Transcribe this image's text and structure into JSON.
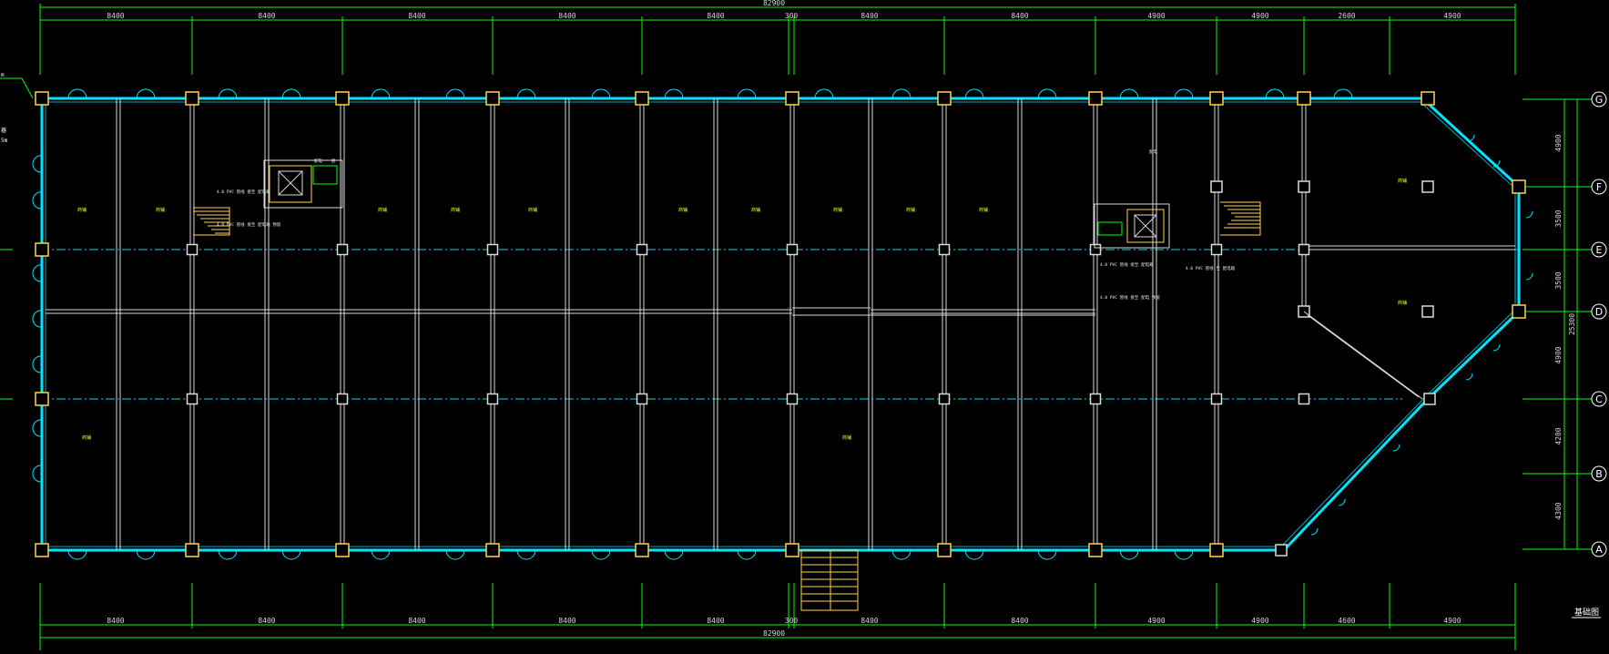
{
  "drawing": {
    "title": "基础图",
    "total_dimension_top": "82900",
    "total_dimension_bottom": "82900",
    "top_dimensions": [
      "8400",
      "8400",
      "8400",
      "8400",
      "8400",
      "300",
      "8400",
      "8400",
      "4900",
      "4900",
      "2600",
      "4900"
    ],
    "bottom_dimensions": [
      "8400",
      "8400",
      "8400",
      "8400",
      "8400",
      "300",
      "8400",
      "8400",
      "4900",
      "4900",
      "4600",
      "4900"
    ],
    "right_dimensions": [
      "4900",
      "3500",
      "3500",
      "4900",
      "4200",
      "4300"
    ],
    "right_total": "25300",
    "axes": [
      "G",
      "F",
      "E",
      "D",
      "C",
      "B",
      "A"
    ],
    "left_edge_labels": [
      "m",
      "器",
      "5m"
    ],
    "notes": [
      "4.0 PVC 管线 接至 配电箱",
      "4.0 PVC 管线 接至 配电箱 预留",
      "配电 一 层",
      "4.0 PVC 管线 接至 配电箱",
      "4.0 PVC 管线 至 配电箱",
      "4.0 PVC 管线 接至 配电 预留",
      "配电"
    ],
    "room_labels": [
      "商铺",
      "商铺",
      "商铺",
      "商铺",
      "商铺",
      "商铺",
      "商铺",
      "商铺",
      "商铺",
      "商铺",
      "商铺",
      "商铺",
      "商铺",
      "商铺"
    ],
    "colors": {
      "grid": "#00ff00",
      "wall": "#00e5ff",
      "partition": "#d9d9d9",
      "column": "#ffd24d",
      "room_label": "#ffff33",
      "dimension_text": "#d8d8d8"
    }
  }
}
